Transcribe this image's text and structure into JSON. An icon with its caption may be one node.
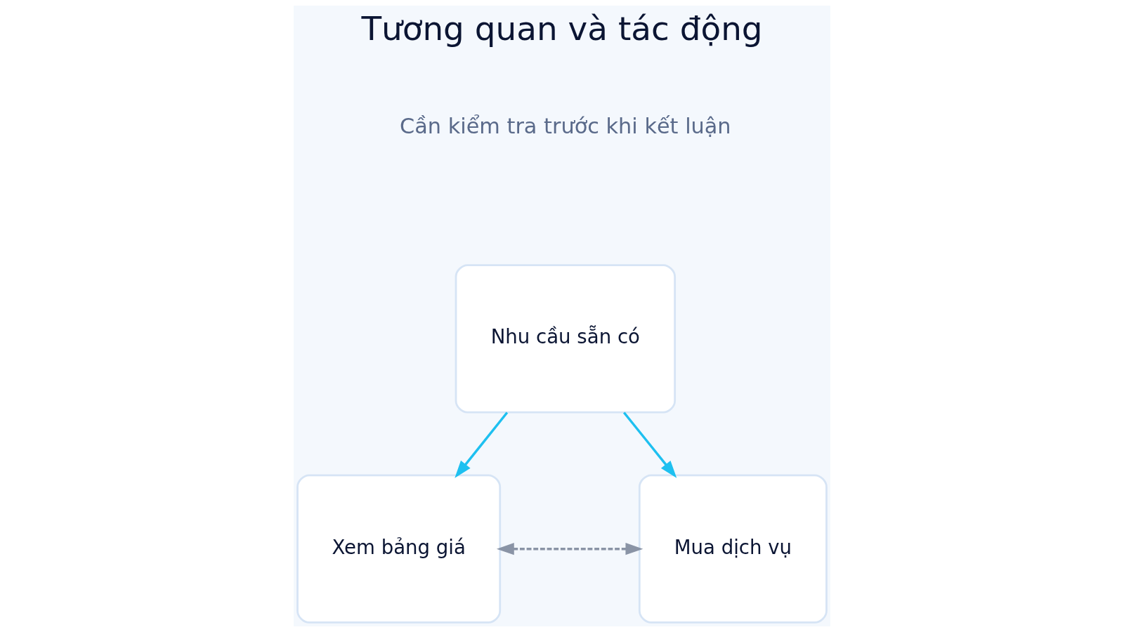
{
  "diagram": {
    "title": "Tương quan và tác động",
    "nodes": [
      {
        "text": [
          "Nhu cầu sẵn có"
        ]
      },
      {
        "text": [
          "Xem bảng giá"
        ]
      },
      {
        "text": [
          "Mua dịch vụ"
        ]
      }
    ],
    "edges": [
      {
        "from": 0,
        "to": 1,
        "arrow": "to"
      },
      {
        "from": 0,
        "to": 2,
        "arrow": "to"
      },
      {
        "from": 1,
        "to": 2,
        "arrow": "both",
        "style": "dashed",
        "color": "#8a94a6"
      }
    ],
    "labels": [
      "Cần kiểm tra trước khi kết luận"
    ]
  }
}
